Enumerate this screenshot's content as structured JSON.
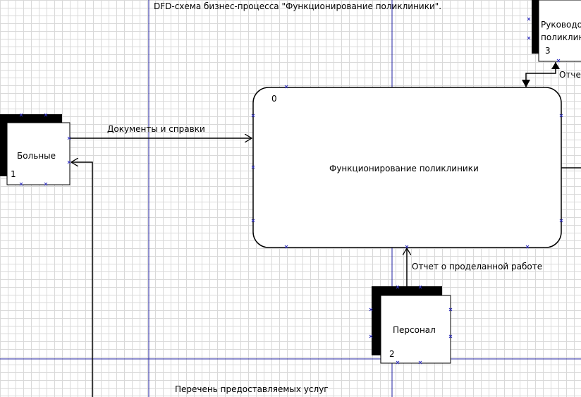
{
  "diagram": {
    "title": "DFD-схема бизнес-процесса \"Функционирование поликлиники\".",
    "process": {
      "number": "0",
      "label": "Функционирование поликлиники"
    },
    "entities": {
      "patients": {
        "number": "1",
        "label": "Больные"
      },
      "staff": {
        "number": "2",
        "label": "Персонал"
      },
      "management": {
        "number": "3",
        "label_line1": "Руководо",
        "label_line2": "поликлин"
      }
    },
    "flows": {
      "documents": "Документы и справки",
      "work_report": "Отчет о проделанной работе",
      "management_report": "Отче",
      "services_list": "Перечень предоставляемых услуг"
    }
  },
  "colors": {
    "grid": "#d9d9d9",
    "guide_line": "#2020a0",
    "connection_mark": "#3030c0",
    "ink": "#000000"
  }
}
